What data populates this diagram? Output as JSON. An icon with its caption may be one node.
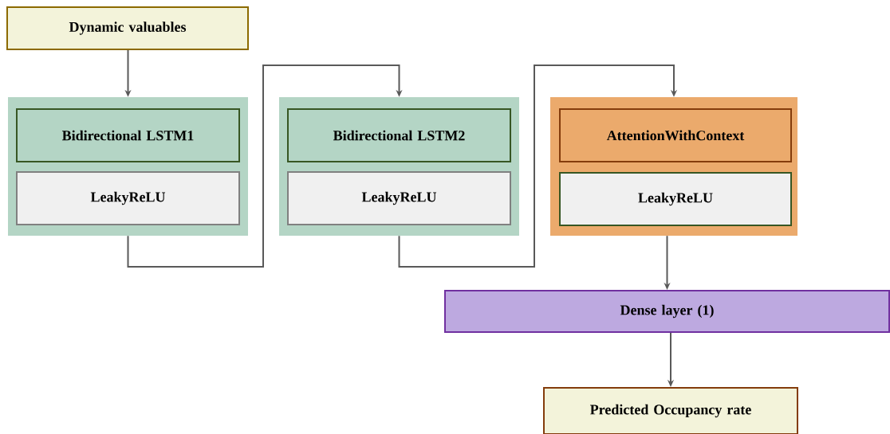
{
  "diagram": {
    "nodes": [
      {
        "text": [
          "Dynamic valuables"
        ]
      },
      {
        "text": [],
        "shape": "box"
      },
      {
        "text": [
          "Bidirectional LSTM1"
        ],
        "in": 1
      },
      {
        "text": [
          "LeakyReLU"
        ],
        "in": 1
      },
      {
        "text": [],
        "shape": "box"
      },
      {
        "text": [
          "Bidirectional LSTM2"
        ],
        "in": 4
      },
      {
        "text": [
          "LeakyReLU"
        ],
        "in": 4
      },
      {
        "text": [],
        "shape": "box"
      },
      {
        "text": [
          "AttentionWithContext"
        ],
        "in": 7
      },
      {
        "text": [
          "LeakyReLU"
        ],
        "in": 7
      },
      {
        "text": [
          "Dense layer (1)"
        ]
      },
      {
        "text": [
          "Predicted Occupancy rate"
        ]
      }
    ],
    "edges": [
      {
        "from": 0,
        "to": 1,
        "arrow": "to"
      },
      {
        "from": 1,
        "to": 4,
        "arrow": "to"
      },
      {
        "from": 4,
        "to": 7,
        "arrow": "to"
      },
      {
        "from": 7,
        "to": 10,
        "arrow": "to"
      },
      {
        "from": 10,
        "to": 11,
        "arrow": "to"
      }
    ]
  }
}
